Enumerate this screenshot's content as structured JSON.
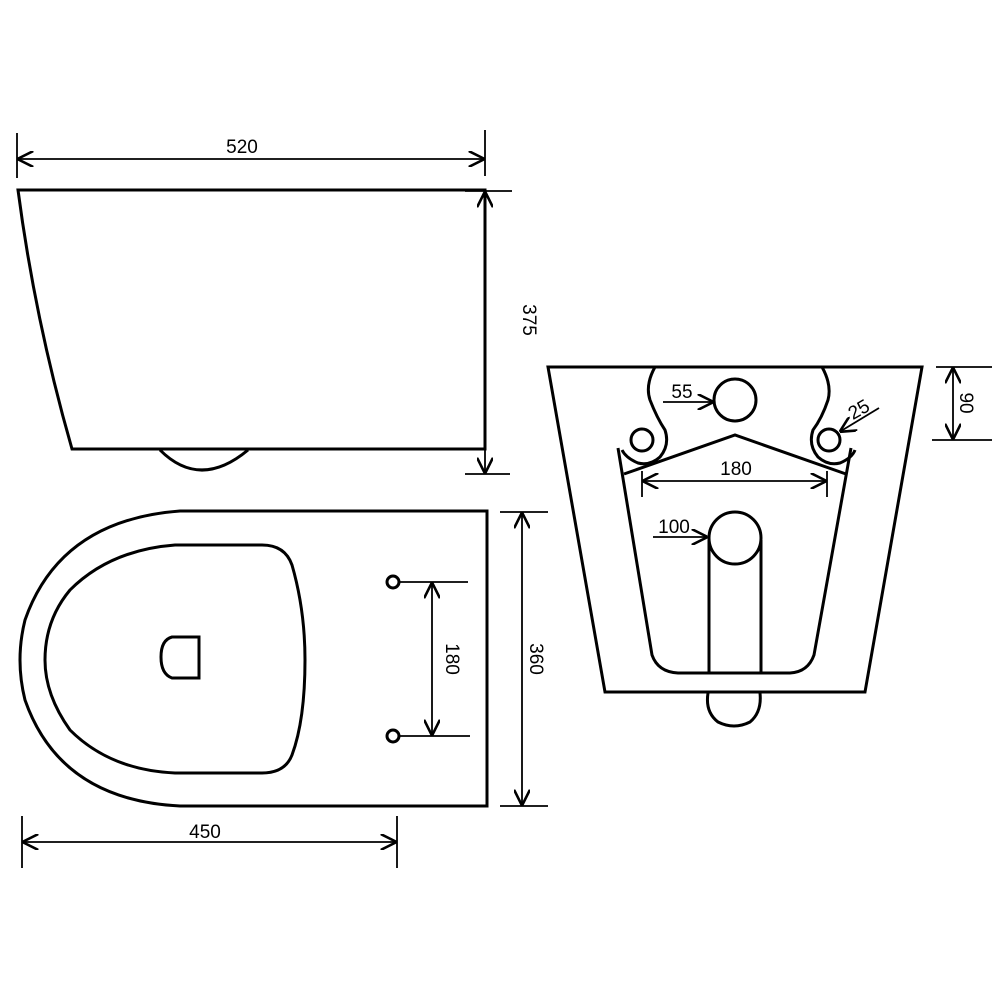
{
  "diagram": {
    "type": "technical-drawing",
    "subject": "wall-hung toilet",
    "units": "mm",
    "views": {
      "side": {
        "name": "side view",
        "dimensions": {
          "width": "520",
          "height": "375"
        }
      },
      "top": {
        "name": "top view",
        "dimensions": {
          "length": "450",
          "depth": "360",
          "bolt_spacing": "180"
        }
      },
      "rear": {
        "name": "rear view",
        "dimensions": {
          "inlet_diameter": "55",
          "bolt_hole_diameter": "25",
          "bolt_spacing": "180",
          "outlet_diameter": "100",
          "inlet_height": "90"
        }
      }
    },
    "colors": {
      "line": "#000000",
      "background": "#ffffff"
    }
  }
}
